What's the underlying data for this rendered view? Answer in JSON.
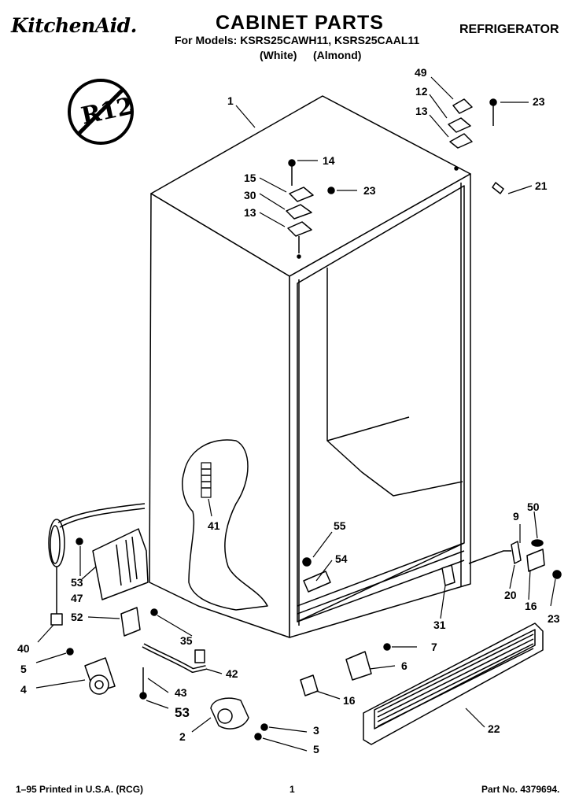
{
  "header": {
    "brand": "KitchenAid.",
    "title": "CABINET PARTS",
    "category": "REFRIGERATOR",
    "models_line": "For Models: KSRS25CAWH11, KSRS25CAAL11",
    "color_white": "(White)",
    "color_almond": "(Almond)"
  },
  "badge": {
    "text": "R12"
  },
  "callouts": [
    {
      "id": "c1",
      "label": "1"
    },
    {
      "id": "c49",
      "label": "49"
    },
    {
      "id": "c12",
      "label": "12"
    },
    {
      "id": "c13a",
      "label": "13"
    },
    {
      "id": "c23a",
      "label": "23"
    },
    {
      "id": "c14",
      "label": "14"
    },
    {
      "id": "c15",
      "label": "15"
    },
    {
      "id": "c30",
      "label": "30"
    },
    {
      "id": "c13b",
      "label": "13"
    },
    {
      "id": "c23b",
      "label": "23"
    },
    {
      "id": "c21",
      "label": "21"
    },
    {
      "id": "c41",
      "label": "41"
    },
    {
      "id": "c55",
      "label": "55"
    },
    {
      "id": "c54",
      "label": "54"
    },
    {
      "id": "c9",
      "label": "9"
    },
    {
      "id": "c50",
      "label": "50"
    },
    {
      "id": "c20",
      "label": "20"
    },
    {
      "id": "c16a",
      "label": "16"
    },
    {
      "id": "c23c",
      "label": "23"
    },
    {
      "id": "c31",
      "label": "31"
    },
    {
      "id": "c53a",
      "label": "53"
    },
    {
      "id": "c47",
      "label": "47"
    },
    {
      "id": "c52",
      "label": "52"
    },
    {
      "id": "c35",
      "label": "35"
    },
    {
      "id": "c40",
      "label": "40"
    },
    {
      "id": "c5a",
      "label": "5"
    },
    {
      "id": "c4",
      "label": "4"
    },
    {
      "id": "c42",
      "label": "42"
    },
    {
      "id": "c43",
      "label": "43"
    },
    {
      "id": "c53b",
      "label": "53"
    },
    {
      "id": "c7",
      "label": "7"
    },
    {
      "id": "c6",
      "label": "6"
    },
    {
      "id": "c16b",
      "label": "16"
    },
    {
      "id": "c22",
      "label": "22"
    },
    {
      "id": "c3",
      "label": "3"
    },
    {
      "id": "c2",
      "label": "2"
    },
    {
      "id": "c5b",
      "label": "5"
    }
  ],
  "footer": {
    "left": "1–95 Printed in U.S.A. (RCG)",
    "center": "1",
    "right": "Part No. 4379694."
  }
}
